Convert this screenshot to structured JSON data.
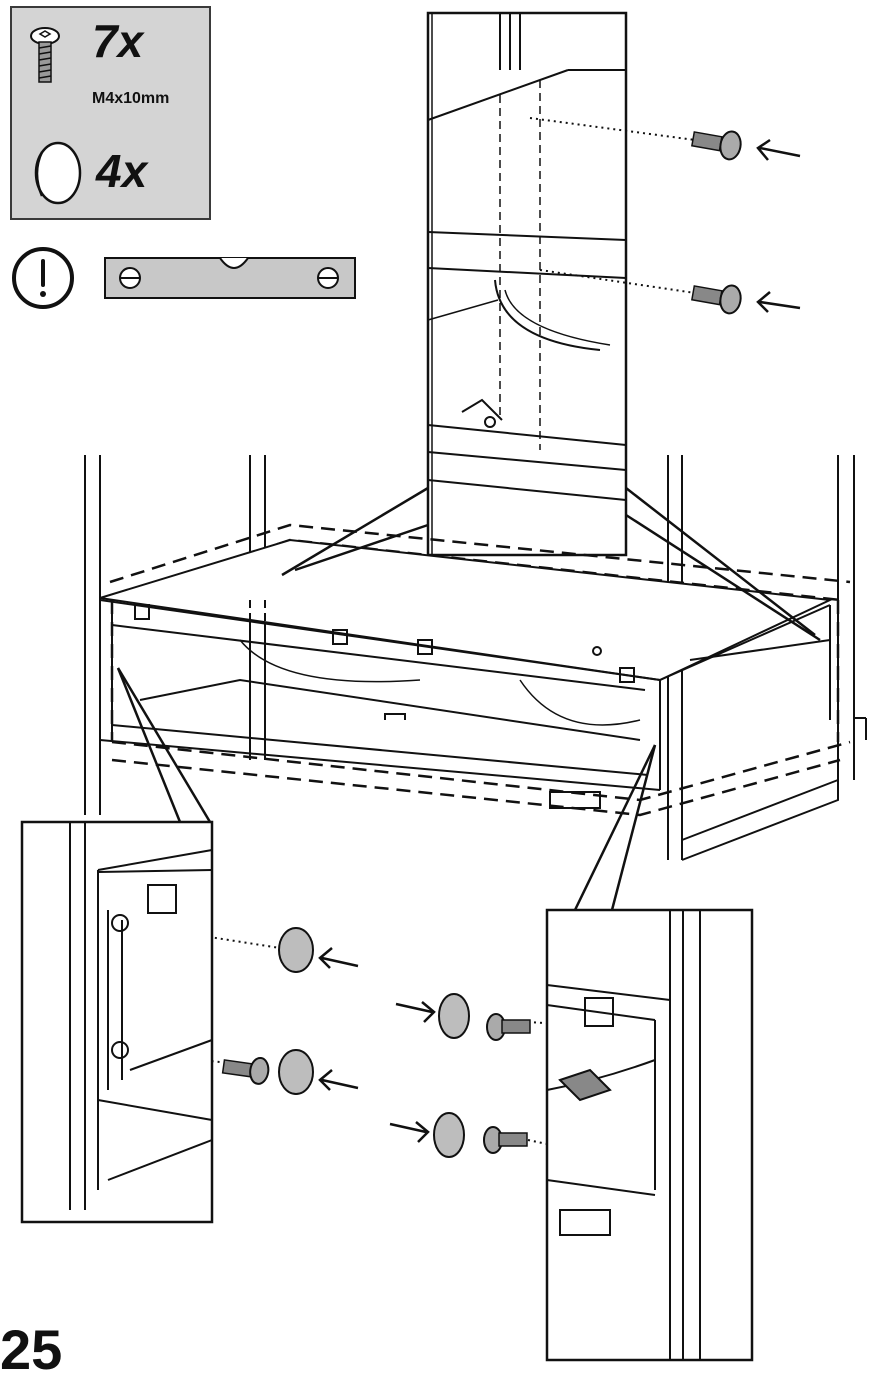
{
  "parts": {
    "screws": {
      "quantity": "7x",
      "spec": "M4x10mm",
      "icon": "screw-icon"
    },
    "caps": {
      "quantity": "4x",
      "icon": "cover-cap-icon"
    }
  },
  "warning": {
    "icon": "exclamation-circle-icon",
    "tool_icon": "spirit-level-icon"
  },
  "step": {
    "number": "25"
  },
  "colors": {
    "parts_box_bg": "#d4d4d4",
    "line": "#1a1a1a",
    "part_fill": "#bdbdbd"
  }
}
